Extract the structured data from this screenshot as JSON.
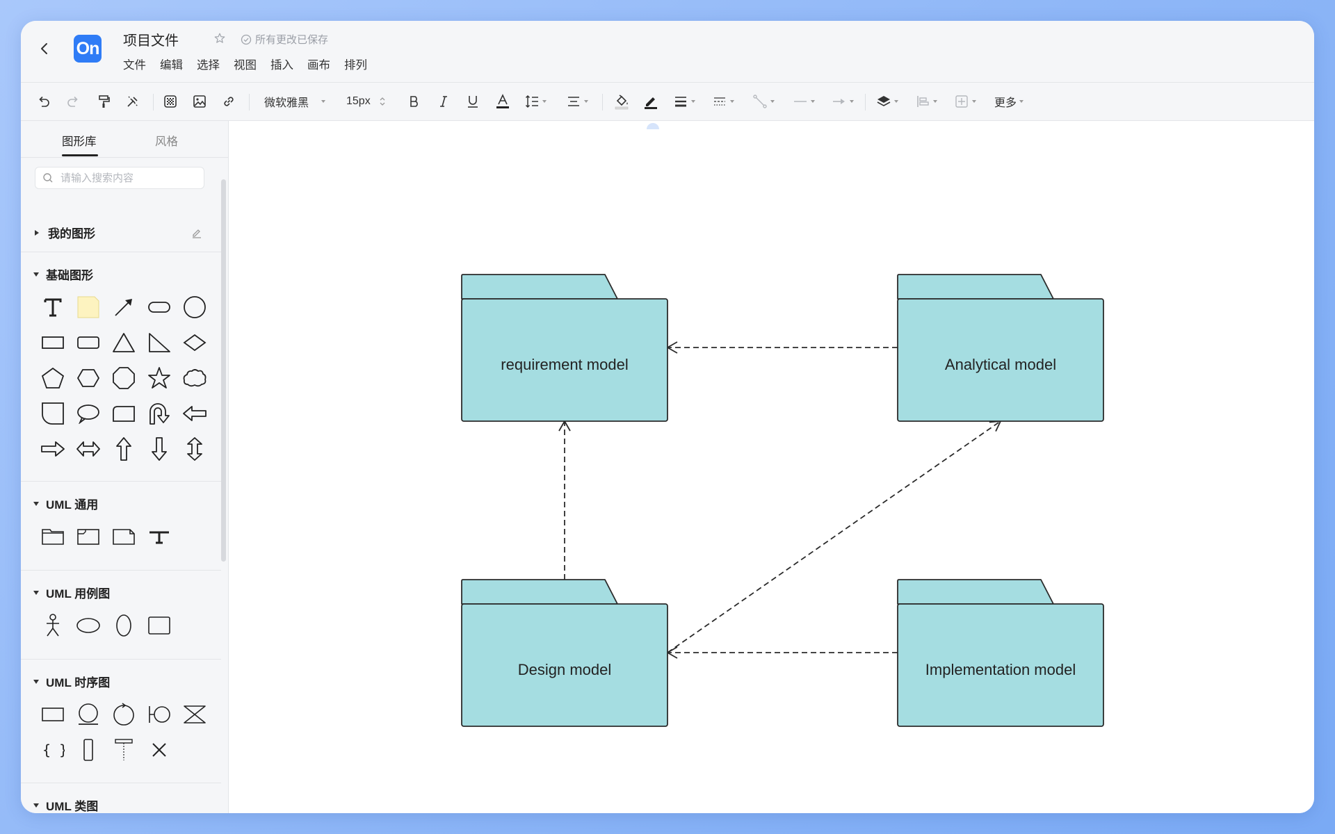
{
  "header": {
    "title": "项目文件",
    "saved_status": "所有更改已保存",
    "logo_text": "On",
    "menu": [
      "文件",
      "编辑",
      "选择",
      "视图",
      "插入",
      "画布",
      "排列"
    ]
  },
  "toolbar": {
    "font_family": "微软雅黑",
    "font_size": "15px",
    "more_label": "更多"
  },
  "sidebar": {
    "tabs": [
      "图形库",
      "风格"
    ],
    "search_placeholder": "请输入搜索内容",
    "sections": {
      "my_shapes": "我的图形",
      "basic": "基础图形",
      "uml_common": "UML 通用",
      "uml_usecase": "UML 用例图",
      "uml_sequence": "UML 时序图",
      "uml_class": "UML 类图"
    }
  },
  "diagram": {
    "colors": {
      "fill": "#a5dde1",
      "stroke": "#2b2b2b",
      "accent": "#2f7cf6"
    },
    "nodes": [
      {
        "id": "requirement",
        "label": "requirement model"
      },
      {
        "id": "analytical",
        "label": "Analytical model"
      },
      {
        "id": "design",
        "label": "Design model"
      },
      {
        "id": "implementation",
        "label": "Implementation model"
      }
    ],
    "edges": [
      {
        "from": "analytical",
        "to": "requirement",
        "style": "dashed",
        "arrow": "open"
      },
      {
        "from": "design",
        "to": "requirement",
        "style": "dashed",
        "arrow": "open"
      },
      {
        "from": "design",
        "to": "analytical",
        "style": "dashed",
        "arrow": "open"
      },
      {
        "from": "implementation",
        "to": "design",
        "style": "dashed",
        "arrow": "open"
      }
    ]
  }
}
